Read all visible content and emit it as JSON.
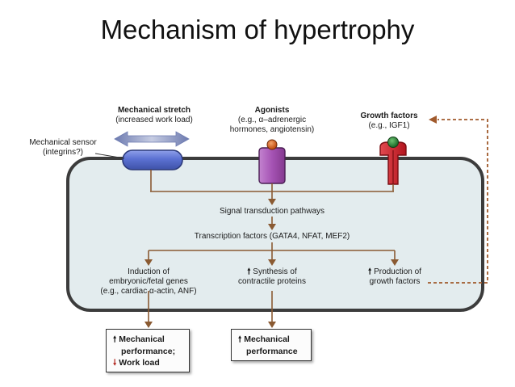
{
  "slide": {
    "title": "Mechanism of hypertrophy"
  },
  "stimuli": {
    "stretch_title": "Mechanical stretch",
    "stretch_sub": "(increased work load)",
    "agonists_title": "Agonists",
    "agonists_line1": "(e.g., α–adrenergic",
    "agonists_line2": "hormones, angiotensin)",
    "growth_title": "Growth factors",
    "growth_sub": "(e.g., IGF1)"
  },
  "sensor": {
    "line1": "Mechanical sensor",
    "line2": "(integrins?)"
  },
  "pathway": {
    "signal": "Signal transduction pathways",
    "transcription": "Transcription factors (GATA4, NFAT, MEF2)"
  },
  "effects": {
    "induction_line1": "Induction of",
    "induction_line2": "embryonic/fetal genes",
    "induction_line3": "(e.g., cardiac α-actin, ANF)",
    "synthesis_line1": "Synthesis of",
    "synthesis_line2": "contractile proteins",
    "production_line1": "Production of",
    "production_line2": "growth factors"
  },
  "outcomes": {
    "box1_line1": "Mechanical",
    "box1_line2": "performance;",
    "box1_line3": "Work load",
    "box2_line1": "Mechanical",
    "box2_line2": "performance"
  },
  "symbols": {
    "up_arrow": "🠕",
    "down_arrow": "🠗"
  },
  "colors": {
    "arrow": "#8a5a32",
    "feedback": "#a05a2c",
    "cell_fill": "#e3ecee",
    "cell_border": "#3c3c3c",
    "sensor": "#5b71d2",
    "agonist_receptor": "#a553b4",
    "agonist_ligand": "#d65c1e",
    "growth_receptor": "#d2202a",
    "growth_ligand": "#2f8a3b",
    "stretch_arrow": "#8d97b7",
    "down_arrow_red": "#b1241d"
  }
}
